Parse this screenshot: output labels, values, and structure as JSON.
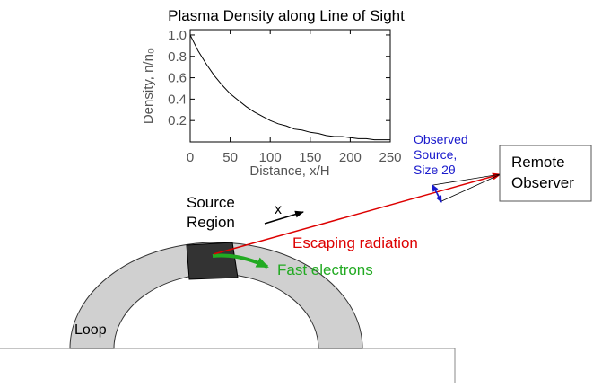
{
  "plot": {
    "title": "Plasma Density along Line of Sight",
    "ylabel": "Density, n/n₀",
    "xlabel": "Distance, x/H",
    "xticks": [
      "0",
      "50",
      "100",
      "150",
      "200",
      "250"
    ],
    "yticks": [
      "0.2",
      "0.4",
      "0.6",
      "0.8",
      "1.0"
    ]
  },
  "labels": {
    "source_region_line1": "Source",
    "source_region_line2": "Region",
    "x_arrow": "x",
    "escaping_radiation": "Escaping radiation",
    "fast_electrons": "Fast electrons",
    "loop": "Loop",
    "observed_line1": "Observed",
    "observed_line2": "Source,",
    "observed_line3": "Size 2θ",
    "remote_observer_line1": "Remote",
    "remote_observer_line2": "Observer"
  },
  "colors": {
    "escaping": "#dd0000",
    "electrons": "#22aa22",
    "observed": "#1a1acc",
    "loop_fill": "#d0d0d0",
    "source_fill": "#333333"
  },
  "chart_data": {
    "type": "line",
    "title": "Plasma Density along Line of Sight",
    "xlabel": "Distance, x/H",
    "ylabel": "Density, n/n₀",
    "xlim": [
      0,
      250
    ],
    "ylim": [
      0,
      1.05
    ],
    "x": [
      0,
      10,
      20,
      30,
      40,
      50,
      60,
      70,
      80,
      90,
      100,
      110,
      120,
      130,
      140,
      150,
      160,
      170,
      180,
      190,
      200,
      210,
      220,
      230,
      240,
      250
    ],
    "y": [
      1.0,
      0.85,
      0.73,
      0.62,
      0.53,
      0.45,
      0.39,
      0.33,
      0.28,
      0.24,
      0.2,
      0.17,
      0.15,
      0.12,
      0.11,
      0.09,
      0.08,
      0.06,
      0.05,
      0.05,
      0.04,
      0.03,
      0.03,
      0.02,
      0.02,
      0.02
    ]
  }
}
